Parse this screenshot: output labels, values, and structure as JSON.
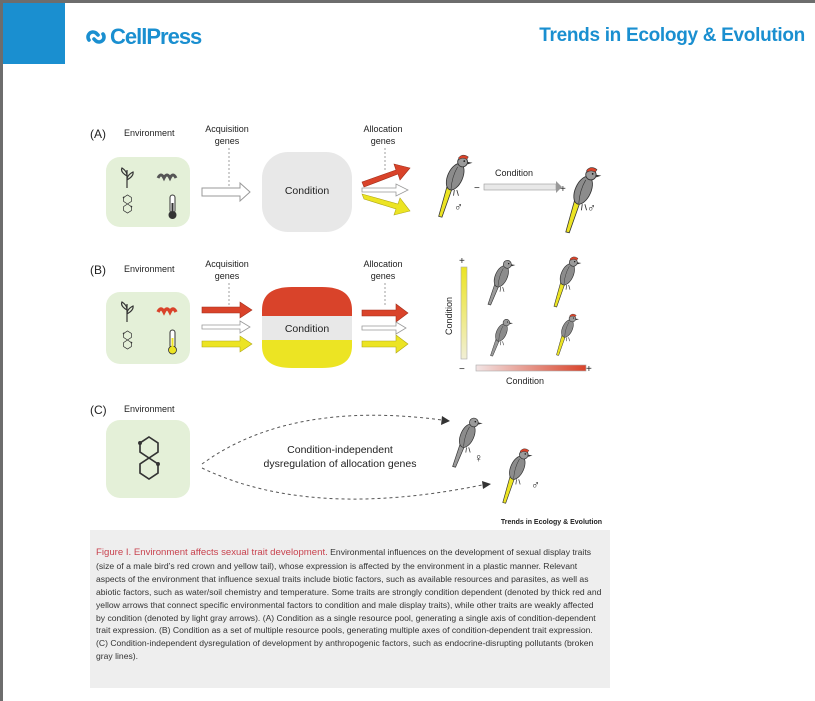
{
  "header": {
    "publisher": "CellPress",
    "journal": "Trends in Ecology & Evolution"
  },
  "figure": {
    "watermark": "Trends in Ecology & Evolution",
    "panel_a": {
      "letter": "(A)",
      "environment": "Environment",
      "acq1": "Acquisition",
      "acq2": "genes",
      "alloc1": "Allocation",
      "alloc2": "genes",
      "condition": "Condition",
      "axis_label": "Condition",
      "minus": "−",
      "plus": "+",
      "male": "♂"
    },
    "panel_b": {
      "letter": "(B)",
      "environment": "Environment",
      "acq1": "Acquisition",
      "acq2": "genes",
      "alloc1": "Allocation",
      "alloc2": "genes",
      "condition": "Condition",
      "v_axis_label": "Condition",
      "h_axis_label": "Condition",
      "plus": "+",
      "minus": "−"
    },
    "panel_c": {
      "letter": "(C)",
      "environment": "Environment",
      "line1": "Condition-independent",
      "line2": "dysregulation of allocation genes",
      "female": "♀",
      "male": "♂"
    }
  },
  "caption": {
    "lead": "Figure I. Environment affects sexual trait development.",
    "body": " Environmental influences on the development of sexual display traits (size of a male bird’s red crown and yellow tail), whose expression is affected by the environment in a plastic manner. Relevant aspects of the environment that influence sexual traits include biotic factors, such as available resources and parasites, as well as abiotic factors, such as water/soil chemistry and temperature. Some traits are strongly condition dependent (denoted by thick red and yellow arrows that connect specific environmental factors to condition and male display traits), while other traits are weakly affected by condition (denoted by light gray arrows). (A) Condition as a single resource pool, generating a single axis of condition-dependent trait expression. (B) Condition as a set of multiple resource pools, generating multiple axes of condition-dependent trait expression. (C) Condition-independent dysregulation of development by anthropogenic factors, such as endocrine-disrupting pollutants (broken gray lines)."
  },
  "colors": {
    "brand": "#1a8fd0",
    "red": "#d9432a",
    "yellow": "#ece423",
    "env_bg": "#e4f0d8",
    "caption_bg": "#eeeeee",
    "caption_lead": "#c8434f"
  }
}
